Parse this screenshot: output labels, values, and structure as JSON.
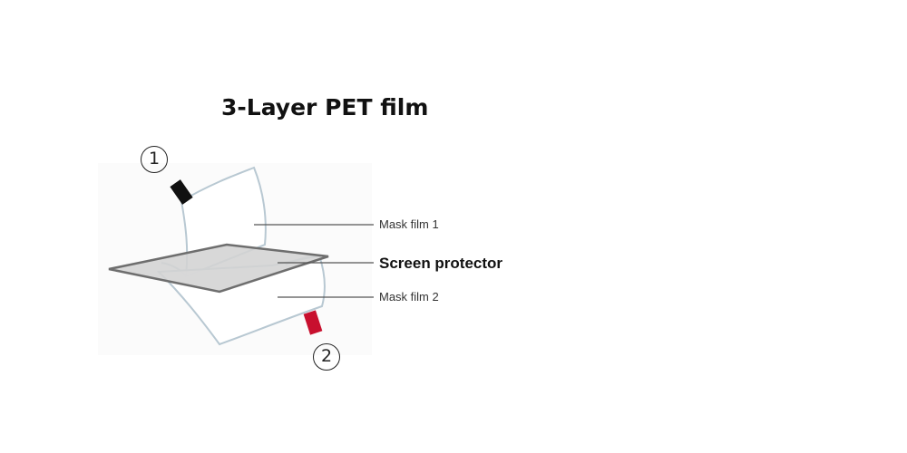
{
  "title": "3-Layer PET film",
  "markers": {
    "first": "1",
    "second": "2"
  },
  "labels": {
    "mask_film_1": "Mask film 1",
    "screen_protector": "Screen protector",
    "mask_film_2": "Mask film 2"
  },
  "colors": {
    "tab_1": "#111111",
    "tab_2": "#c8102e",
    "protector_fill": "#d3d3d3",
    "protector_outline": "#6e6e6e",
    "film_outline": "#b8c8d2",
    "leader_line": "#555555"
  }
}
